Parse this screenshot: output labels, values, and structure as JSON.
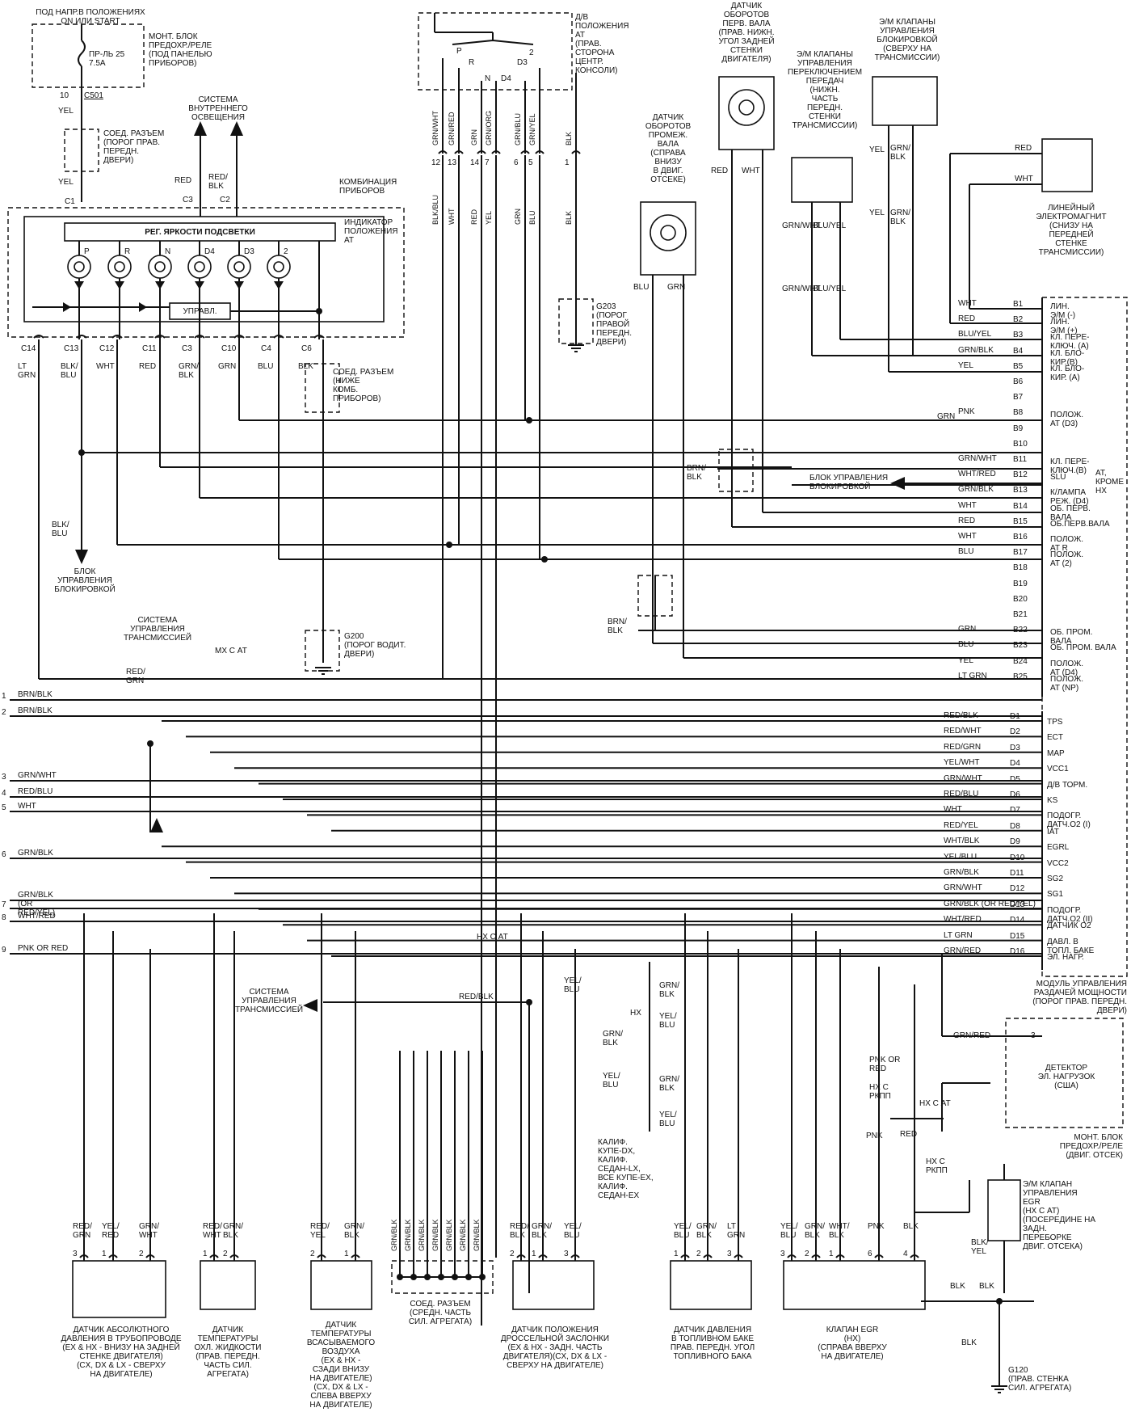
{
  "top_power": "ПОД НАПР.В ПОЛОЖЕНИЯХ\nON ИЛИ START",
  "fuse": "ПР-ЛЬ 25\n7.5A",
  "fuse_box": "МОНТ. БЛОК\nПРЕДОХР./РЕЛЕ\n(ПОД ПАНЕЛЬЮ\nПРИБОРОВ)",
  "c501": "C501",
  "pin10": "10",
  "conn_door": "СОЕД. РАЗЪЕМ\n(ПОРОГ ПРАВ.\nПЕРЕДН.\nДВЕРИ)",
  "interior_light": "СИСТЕМА\nВНУТРЕННЕГО\nОСВЕЩЕНИЯ",
  "gauge_cluster": "КОМБИНАЦИЯ\nПРИБОРОВ",
  "at_indicator": "ИНДИКАТОР\nПОЛОЖЕНИЯ\nAT",
  "dimmer": "РЕГ. ЯРКОСТИ ПОДСВЕТКИ",
  "control": "УПРАВЛ.",
  "gear_letters": [
    "P",
    "R",
    "N",
    "D4",
    "D3",
    "2"
  ],
  "at_switch": "Д/В\nПОЛОЖЕНИЯ\nAT\n(ПРАВ.\nСТОРОНА\nЦЕНТР.\nКОНСОЛИ)",
  "sw_letters": [
    "P",
    "2",
    "R",
    "D3",
    "N",
    "D4"
  ],
  "cluster_pins": [
    "C14",
    "C13",
    "C12",
    "C11",
    "C3",
    "C10",
    "C4",
    "C6"
  ],
  "cluster_colors": [
    "LT\nGRN",
    "BLK/\nBLU",
    "WHT",
    "RED",
    "GRN/\nBLK",
    "GRN",
    "BLU",
    "BLK"
  ],
  "c1": "C1",
  "c3": "C3",
  "c2": "C2",
  "red": "RED",
  "redblk": "RED/\nBLK",
  "yel": "YEL",
  "conn_below": "СОЕД. РАЗЪЕМ\n(НИЖЕ\nКОМБ.\nПРИБОРОВ)",
  "sw_pins": [
    "12",
    "13",
    "14",
    "7",
    "6",
    "5",
    "1"
  ],
  "sw_colors": [
    "GRN/WHT",
    "GRN/RED",
    "GRN",
    "GRN/ORG",
    "GRN/BLU",
    "GRN/YEL",
    "BLK"
  ],
  "sw_colors_low": [
    "BLK/BLU",
    "WHT",
    "RED",
    "YEL",
    "GRN",
    "BLU",
    "BLK"
  ],
  "g203": "G203\n(ПОРОГ\nПРАВОЙ\nПЕРЕДН.\nДВЕРИ)",
  "g200": "G200\n(ПОРОГ ВОДИТ.\nДВЕРИ)",
  "lockup_ctrl": "БЛОК\nУПРАВЛЕНИЯ\nБЛОКИРОВКОЙ",
  "trans_sys": "СИСТЕМА\nУПРАВЛЕНИЯ\nТРАНСМИССИЕЙ",
  "mx_at": "MX С AT",
  "redgrn": "RED/\nGRN",
  "countershaft": "ДАТЧИК\nОБОРОТОВ\nПРОМЕЖ.\nВАЛА\n(СПРАВА\nВНИЗУ\nВ ДВИГ.\nОТСЕКЕ)",
  "mainshaft": "ДАТЧИК\nОБОРОТОВ\nПЕРВ. ВАЛА\n(ПРАВ. НИЖН.\nУГОЛ ЗАДНЕЙ\nСТЕНКИ\nДВИГАТЕЛЯ)",
  "shift_sol": "Э/М КЛАПАНЫ\nУПРАВЛЕНИЯ\nПЕРЕКЛЮЧЕНИЕМ\nПЕРЕДАЧ\n(НИЖН.\nЧАСТЬ\nПЕРЕДН.\nСТЕНКИ\nТРАНСМИССИИ)",
  "lock_sol": "Э/М КЛАПАНЫ\nУПРАВЛЕНИЯ\nБЛОКИРОВКОЙ\n(СВЕРХУ НА\nТРАНСМИССИИ)",
  "linear_sol": "ЛИНЕЙНЫЙ\nЭЛЕКТРОМАГНИТ\n(СНИЗУ НА\nПЕРЕДНЕЙ\nСТЕНКЕ\nТРАНСМИССИИ)",
  "lockup_ctrl2": "БЛОК УПРАВЛЕНИЯ\nБЛОКИРОВКОЙ",
  "brnblk": "BRN/\nBLK",
  "at_except": "AT,\nКРОМЕ\nHX",
  "b_pins": [
    "B1",
    "B2",
    "B3",
    "B4",
    "B5",
    "B6",
    "B7",
    "B8",
    "B9",
    "B10",
    "B11",
    "B12",
    "B13",
    "B14",
    "B15",
    "B16",
    "B17",
    "B18",
    "B19",
    "B20",
    "B21",
    "B22",
    "B23",
    "B24",
    "B25"
  ],
  "b_colors": [
    "WHT",
    "RED",
    "BLU/YEL",
    "GRN/BLK",
    "YEL",
    "",
    "",
    "PNK",
    "",
    "",
    "GRN/WHT",
    "WHT/RED",
    "GRN/BLK",
    "WHT",
    "RED",
    "WHT",
    "BLU",
    "",
    "",
    "",
    "",
    "GRN",
    "BLU",
    "YEL",
    "LT GRN"
  ],
  "b_funcs": [
    "ЛИН.\nЭ/М (-)",
    "ЛИН.\nЭ/М (+)",
    "КЛ. ПЕРЕ-\nКЛЮЧ. (A)",
    "КЛ. БЛО-\nКИР.(B)",
    "КЛ. БЛО-\nКИР. (A)",
    "",
    "",
    "ПОЛОЖ.\nAT (D3)",
    "",
    "",
    "КЛ. ПЕРЕ-\nКЛЮЧ.(B)",
    "SLU",
    "К/ЛАМПА\nРЕЖ. (D4)",
    "ОБ. ПЕРВ.\nВАЛА",
    "ОБ.ПЕРВ.ВАЛА",
    "ПОЛОЖ.\nAT R",
    "ПОЛОЖ.\nAT (2)",
    "",
    "",
    "",
    "",
    "ОБ. ПРОМ.\nВАЛА",
    "ОБ. ПРОМ. ВАЛА",
    "ПОЛОЖ.\nAT (D4)",
    "ПОЛОЖ.\nAT (NP)"
  ],
  "grn": "GRN",
  "d_pins": [
    "D1",
    "D2",
    "D3",
    "D4",
    "D5",
    "D6",
    "D7",
    "D8",
    "D9",
    "D10",
    "D11",
    "D12",
    "D13",
    "D14",
    "D15",
    "D16"
  ],
  "d_colors": [
    "RED/BLK",
    "RED/WHT",
    "RED/GRN",
    "YEL/WHT",
    "GRN/WHT",
    "RED/BLU",
    "WHT",
    "RED/YEL",
    "WHT/BLK",
    "YEL/BLU",
    "GRN/BLK",
    "GRN/WHT",
    "GRN/BLK (OR RED/YEL)",
    "WHT/RED",
    "LT GRN",
    "GRN/RED"
  ],
  "d_funcs": [
    "TPS",
    "ECT",
    "MAP",
    "VCC1",
    "Д/В ТОРМ.",
    "KS",
    "ПОДОГР.\nДАТЧ.O2 (I)",
    "IAT",
    "EGRL",
    "VCC2",
    "SG2",
    "SG1",
    "ПОДОГР.\nДАТЧ.O2 (II)",
    "ДАТЧИК O2",
    "ДАВЛ. В\nТОПЛ. БАКЕ",
    "ЭЛ. НАГР."
  ],
  "pcm": "МОДУЛЬ УПРАВЛЕНИЯ\nРАЗДАЧЕЙ МОЩНОСТИ\n(ПОРОГ ПРАВ. ПЕРЕДН.\nДВЕРИ)",
  "left_wires": [
    {
      "n": "1",
      "c": "BRN/BLK"
    },
    {
      "n": "2",
      "c": "BRN/BLK"
    },
    {
      "n": "3",
      "c": "GRN/WHT"
    },
    {
      "n": "4",
      "c": "RED/BLU"
    },
    {
      "n": "5",
      "c": "WHT"
    },
    {
      "n": "6",
      "c": "GRN/BLK"
    },
    {
      "n": "",
      "c": "GRN/BLK\n(OR\nRED/YEL)"
    },
    {
      "n": "7",
      "c": ""
    },
    {
      "n": "8",
      "c": "WHT/RED"
    },
    {
      "n": "9",
      "c": "PNK OR RED"
    }
  ],
  "hx_at": "HX С AT",
  "redblk2": "RED/BLK",
  "trans_sys2": "СИСТЕМА\nУПРАВЛЕНИЯ\nТРАНСМИССИЕЙ",
  "yelblu": "YEL/\nBLU",
  "grnblk": "GRN/\nBLK",
  "hx": "HX",
  "models": "КАЛИФ.\nКУПЕ-DX,\nКАЛИФ.\nСЕДАН-LX,\nВСЕ КУПЕ-EX,\nКАЛИФ.\nСЕДАН-EX",
  "eld": "ДЕТЕКТОР\nЭЛ. НАГРУЗОК\n(США)",
  "eld_pin": "3",
  "grnred": "GRN/RED",
  "fuse_box2": "МОНТ. БЛОК\nПРЕДОХР./РЕЛЕ\n(ДВИГ. ОТСЕК)",
  "pnkred": "PNK OR\nRED",
  "hx_mt": "HX С\nРКПП",
  "hx_at2": "HX С AT",
  "pnk": "PNK",
  "egr_sol": "Э/М КЛАПАН\nУПРАВЛЕНИЯ\nEGR\n(HX С AT)\n(ПОСЕРЕДИНЕ НА\nЗАДН.\nПЕРЕБОРКЕ\nДВИГ. ОТСЕКА)",
  "blkyel": "BLK/\nYEL",
  "blk": "BLK",
  "g120": "G120\n(ПРАВ. СТЕНКА\nСИЛ. АГРЕГАТА)",
  "map_sensor": "ДАТЧИК АБСОЛЮТНОГО\nДАВЛЕНИЯ В ТРУБОПРОВОДЕ\n(EX & HX - ВНИЗУ НА ЗАДНЕЙ\nСТЕНКЕ ДВИГАТЕЛЯ)\n(CX, DX & LX - СВЕРХУ\nНА ДВИГАТЕЛЕ)",
  "map_colors": [
    "RED/\nGRN",
    "YEL/\nRED",
    "GRN/\nWHT"
  ],
  "map_pins": [
    "3",
    "1",
    "2"
  ],
  "ect_sensor": "ДАТЧИК\nТЕМПЕРАТУРЫ\nОХЛ. ЖИДКОСТИ\n(ПРАВ. ПЕРЕДН.\nЧАСТЬ СИЛ.\nАГРЕГАТА)",
  "ect_colors": [
    "RED/\nWHT",
    "GRN/\nBLK"
  ],
  "ect_pins": [
    "1",
    "2"
  ],
  "iat_sensor": "ДАТЧИК\nТЕМПЕРАТУРЫ\nВСАСЫВАЕМОГО\nВОЗДУХА\n(EX & HX -\nСЗАДИ ВНИЗУ\nНА ДВИГАТЕЛЕ)\n(CX, DX & LX -\nСЛЕВА ВВЕРХУ\nНА ДВИГАТЕЛЕ)",
  "iat_colors": [
    "RED/\nYEL",
    "GRN/\nBLK"
  ],
  "iat_pins": [
    "2",
    "1"
  ],
  "joint": "СОЕД. РАЗЪЕМ\n(СРЕДН. ЧАСТЬ\nСИЛ. АГРЕГАТА)",
  "joint_color": "GRN/BLK",
  "tps_sensor": "ДАТЧИК ПОЛОЖЕНИЯ\nДРОССЕЛЬНОЙ ЗАСЛОНКИ\n(EX & HX - ЗАДН. ЧАСТЬ\nДВИГАТЕЛЯ)(CX, DX & LX -\nСВЕРХУ НА ДВИГАТЕЛЕ)",
  "tps_colors": [
    "RED/\nBLK",
    "GRN/\nBLK",
    "YEL/\nBLU"
  ],
  "tps_pins": [
    "2",
    "1",
    "3"
  ],
  "ftp_sensor": "ДАТЧИК ДАВЛЕНИЯ\nВ ТОПЛИВНОМ БАКЕ\nПРАВ. ПЕРЕДН. УГОЛ\nТОПЛИВНОГО БАКА",
  "ftp_colors": [
    "YEL/\nBLU",
    "GRN/\nBLK",
    "LT\nGRN"
  ],
  "ftp_pins": [
    "1",
    "2",
    "3"
  ],
  "egr_valve": "КЛАПАН EGR\n(HX)\n(СПРАВА ВВЕРХУ\nНА ДВИГАТЕЛЕ)",
  "egr_colors": [
    "YEL/\nBLU",
    "GRN/\nBLK",
    "WHT/\nBLK",
    "PNK",
    "BLK"
  ],
  "egr_pins": [
    "3",
    "2",
    "1",
    "6",
    "4"
  ]
}
